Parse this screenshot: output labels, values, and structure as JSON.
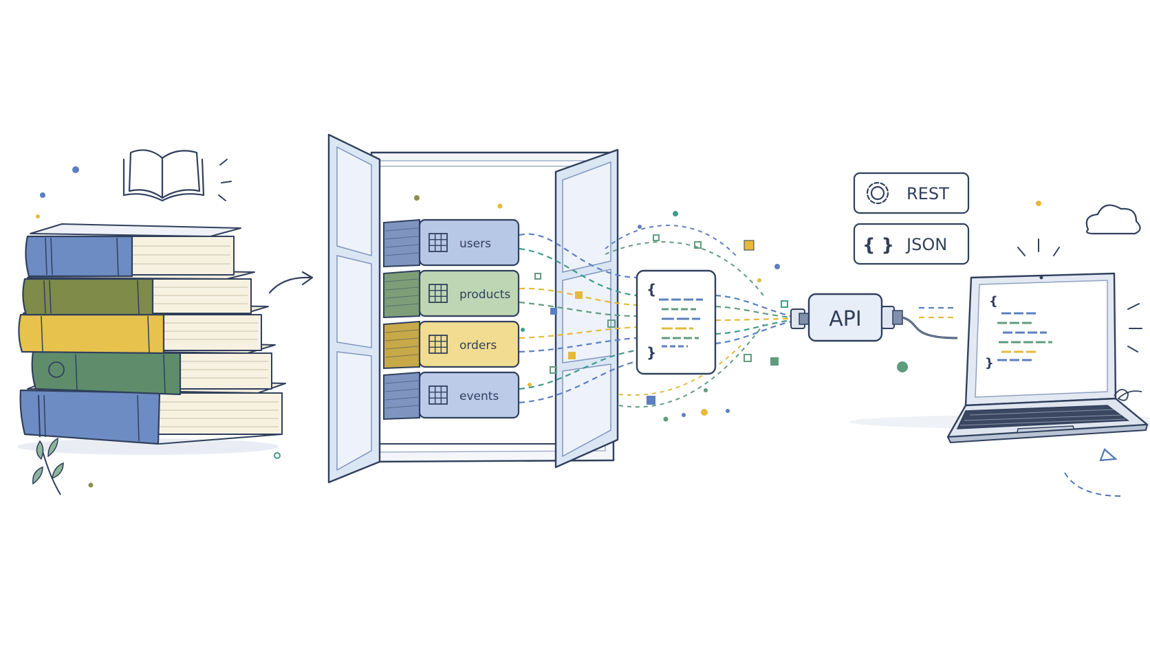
{
  "tables": [
    {
      "label": "users",
      "color": "#b7c8e6",
      "dark": "#7f95bf"
    },
    {
      "label": "products",
      "color": "#bfd6b4",
      "dark": "#7e9e78"
    },
    {
      "label": "orders",
      "color": "#f1dc91",
      "dark": "#c7a94a"
    },
    {
      "label": "events",
      "color": "#bccbe8",
      "dark": "#7f95bf"
    }
  ],
  "badges": {
    "rest": "REST",
    "json": "JSON",
    "json_icon": "{ }"
  },
  "api_label": "API",
  "code_braces": {
    "open": "{",
    "close": "}"
  },
  "icons": [
    "open-book-icon",
    "gear-icon",
    "cloud-icon",
    "table-grid-icon",
    "arrow-icon",
    "leaf-sprig-icon",
    "triangle-icon"
  ],
  "colors": {
    "ink": "#2f3f5c",
    "blue": "#5b7fc0",
    "green": "#5f9b7d",
    "yellow": "#e7b93b",
    "teal": "#3f9a8e",
    "book_blue": "#6d8cc3",
    "book_olive": "#7f8b48",
    "book_yellow": "#e7c24d",
    "book_green": "#5f8d6c"
  }
}
